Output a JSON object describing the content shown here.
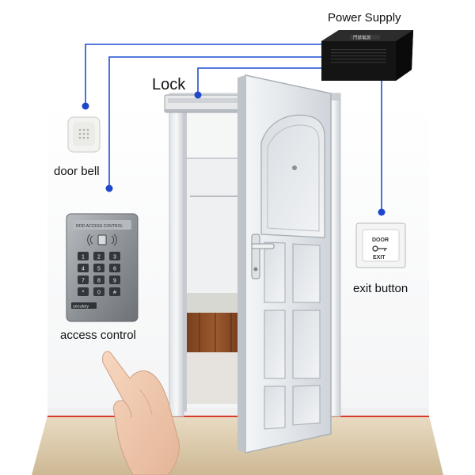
{
  "labels": {
    "power_supply": "Power Supply",
    "lock": "Lock",
    "door_bell": "door bell",
    "exit_button": "exit button",
    "access_control": "access control"
  },
  "power_supply_box_text": "門禁電源",
  "exit_button_plate": {
    "top": "DOOR",
    "bottom": "EXIT"
  },
  "keypad": {
    "brand": "RFID ACCESS CONTROL",
    "badge": "secukey",
    "keys": [
      "1",
      "2",
      "3",
      "4",
      "5",
      "6",
      "7",
      "8",
      "9",
      "*",
      "0",
      "#"
    ]
  },
  "colors": {
    "wire": "#1e4fd0",
    "wire_dot": "#1f47cc",
    "power_box": "#1c1c1c",
    "door": "#e3e7ec",
    "floor": "#d8c7a8",
    "skirting": "#d83a2c",
    "keypad_body": "#8f9499",
    "key": "#33363a"
  },
  "icons": [
    "door-bell-icon",
    "exit-button-icon",
    "keypad-icon",
    "hand-icon",
    "lock-icon",
    "power-supply-icon"
  ]
}
